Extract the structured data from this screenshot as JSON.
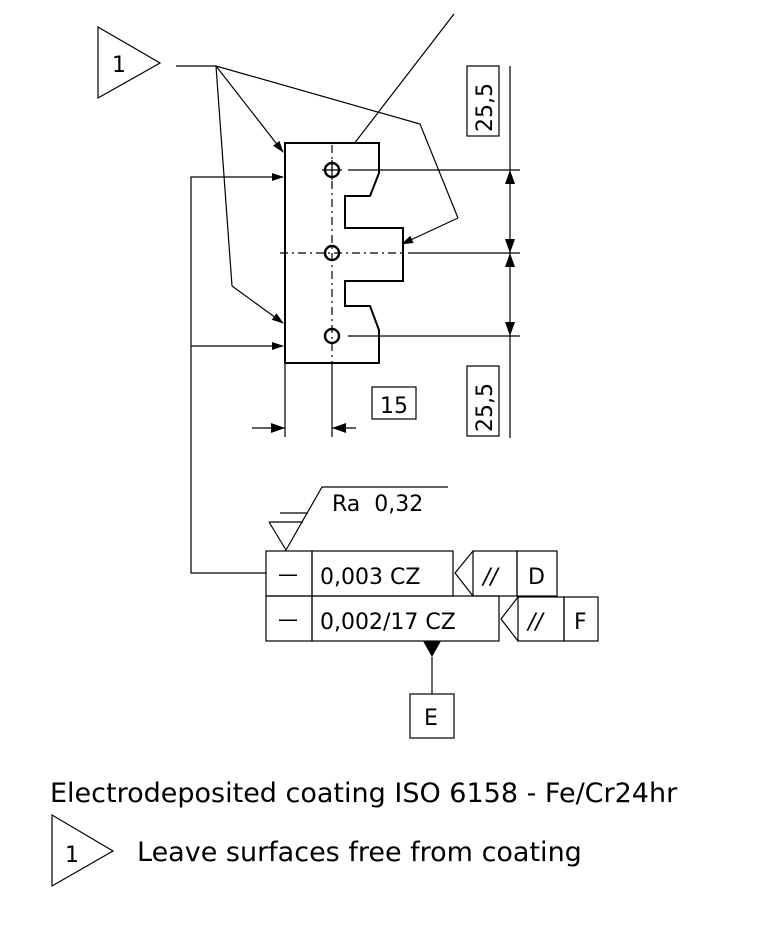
{
  "callout": {
    "number": "1"
  },
  "dimensions": {
    "top_vertical": "25,5",
    "bottom_vertical": "25,5",
    "horizontal": "15"
  },
  "surface_finish": {
    "label": "Ra  0,32"
  },
  "fcf": {
    "row1": {
      "symbol": "—",
      "tolerance": "0,003 CZ",
      "parallel": "//",
      "datum": "D"
    },
    "row2": {
      "symbol": "—",
      "tolerance": "0,002/17 CZ",
      "parallel": "//",
      "datum": "F"
    }
  },
  "datum_feature": {
    "letter": "E"
  },
  "notes": {
    "coating": "Electrodeposited coating ISO 6158 - Fe/Cr24hr",
    "flag_number": "1",
    "flag_text": "Leave surfaces free from coating"
  }
}
